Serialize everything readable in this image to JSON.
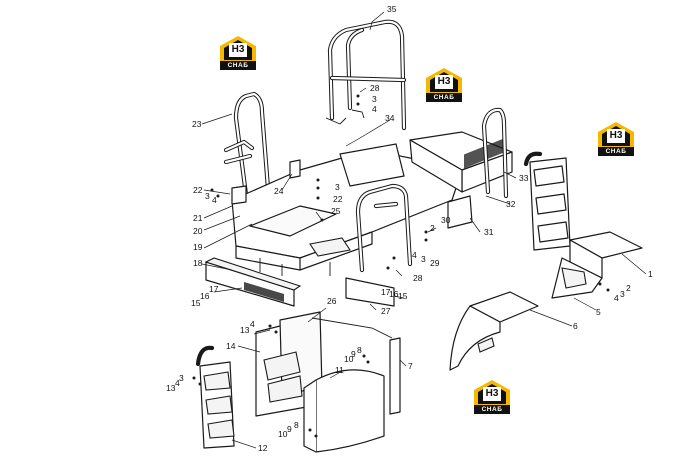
{
  "logo": {
    "mark": "H3",
    "text": "СНАБ",
    "color": "#f5b800"
  },
  "callouts": [
    "35",
    "28",
    "3",
    "4",
    "34",
    "23",
    "22",
    "3",
    "4",
    "21",
    "20",
    "19",
    "24",
    "3",
    "22",
    "25",
    "32",
    "33",
    "30",
    "2",
    "31",
    "18",
    "17",
    "16",
    "15",
    "4",
    "3",
    "29",
    "28",
    "17",
    "16",
    "15",
    "27",
    "26",
    "1",
    "2",
    "3",
    "4",
    "5",
    "6",
    "7",
    "8",
    "9",
    "10",
    "11",
    "4",
    "13",
    "14",
    "3",
    "4",
    "13",
    "12",
    "10",
    "9",
    "8"
  ]
}
